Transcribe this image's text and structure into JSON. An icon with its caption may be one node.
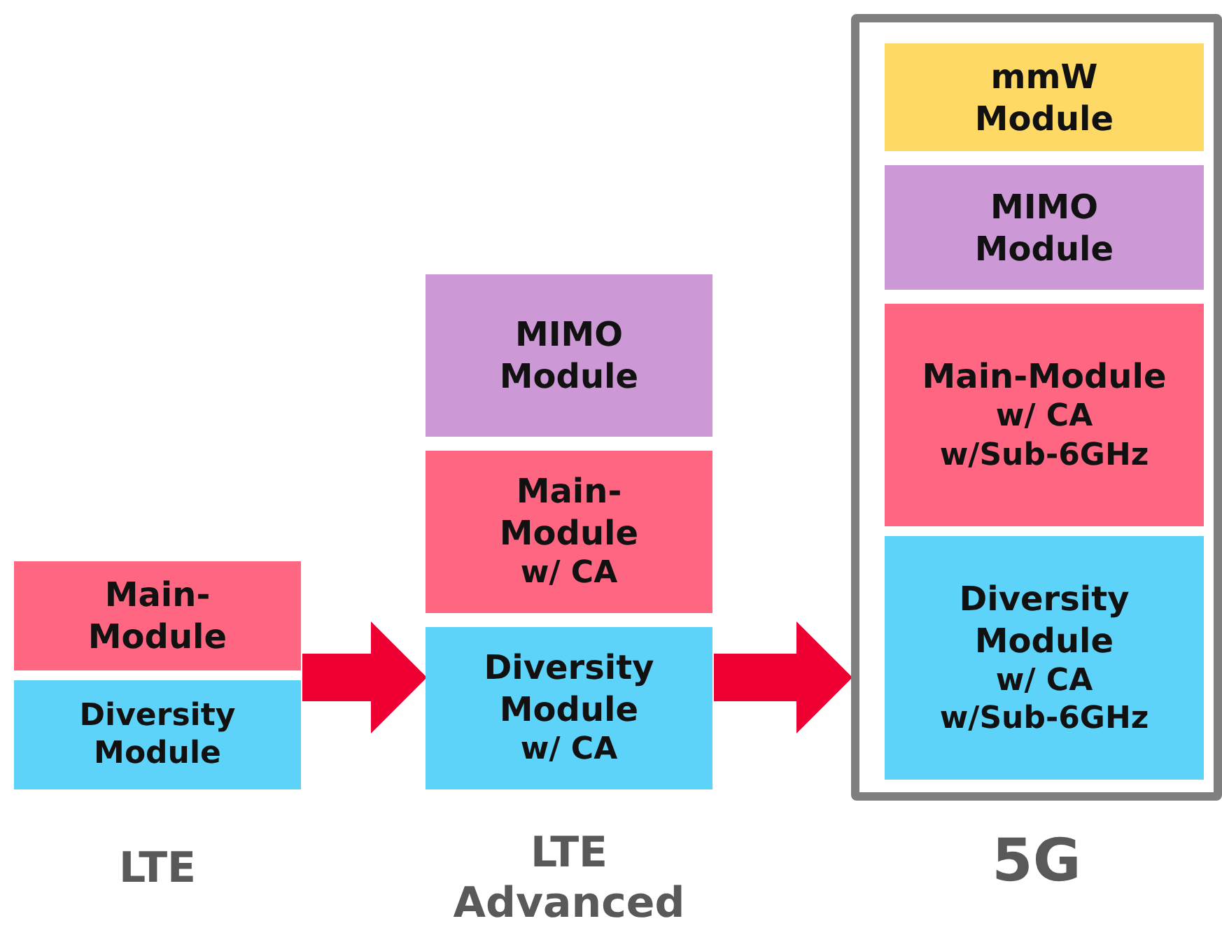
{
  "diagram": {
    "nodes": [
      {
        "text": [
          "LTE"
        ]
      },
      {
        "text": [
          "Main-Module"
        ],
        "in": 0
      },
      {
        "text": [
          "Diversity Module"
        ],
        "in": 0
      },
      {
        "text": [
          "LTE Advanced"
        ]
      },
      {
        "text": [
          "MIMO Module"
        ],
        "in": 3
      },
      {
        "text": [
          "Main-Module",
          "w/ CA"
        ],
        "in": 3
      },
      {
        "text": [
          "Diversity Module",
          "w/ CA"
        ],
        "in": 3
      },
      {
        "text": [
          "5G"
        ]
      },
      {
        "text": [
          "mmW Module"
        ],
        "in": 7
      },
      {
        "text": [
          "MIMO Module"
        ],
        "in": 7
      },
      {
        "text": [
          "Main-Module",
          "w/ CA w/Sub-6GHz"
        ],
        "in": 7
      },
      {
        "text": [
          "Diversity Module",
          "w/ CA w/Sub-6GHz"
        ],
        "in": 7
      }
    ],
    "edges": [
      {
        "from": 0,
        "to": 3,
        "arrow": "to"
      },
      {
        "from": 3,
        "to": 7,
        "arrow": "to"
      }
    ]
  }
}
